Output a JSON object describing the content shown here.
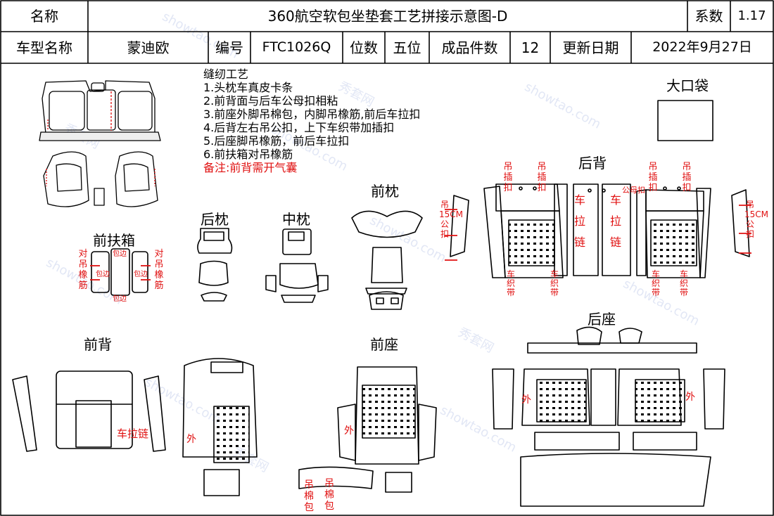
{
  "header": {
    "name_label": "名称",
    "title": "360航空软包坐垫套工艺拼接示意图-D",
    "coef_label": "系数",
    "coef_value": "1.17",
    "model_label": "车型名称",
    "model_value": "蒙迪欧",
    "code_label": "编号",
    "code_value": "FTC1026Q",
    "seats_label": "位数",
    "seats_value": "五位",
    "pieces_label": "成品件数",
    "pieces_value": "12",
    "date_label": "更新日期",
    "date_value": "2022年9月27日"
  },
  "notes": {
    "title": "缝纫工艺",
    "items": [
      "1.头枕车真皮卡条",
      "2.前背面与后车公母扣相粘",
      "3.前座外脚吊棉包，内脚吊橡筋,前后车拉扣",
      "4.后背左右吊公扣，上下车织带加插扣",
      "5.后座脚吊橡筋，前后车拉扣",
      "6.前扶箱对吊橡筋"
    ],
    "remark": "备注:前背需开气囊"
  },
  "sections": {
    "big_pocket": "大口袋",
    "rear_back": "后背",
    "front_pillow": "前枕",
    "rear_pillow": "后枕",
    "mid_pillow": "中枕",
    "front_armrest": "前扶箱",
    "front_back": "前背",
    "front_seat": "前座",
    "rear_seat": "后座"
  },
  "labels": {
    "hang_elastic": "对吊橡筋",
    "edge_wrap": "包边",
    "hang_insert": "吊插扣",
    "hang_15cm": "吊15CM公扣",
    "zipper": "车拉链",
    "webbing": "车织带",
    "male_buckle": "公母扣",
    "outer": "外",
    "hang_cotton": "吊棉包",
    "front_back_zipper": "车拉链"
  },
  "watermark": {
    "site": "showtao.com",
    "brand": "秀套网"
  },
  "colors": {
    "line": "#000000",
    "accent_red": "#e01010",
    "watermark": "#99aadd"
  }
}
